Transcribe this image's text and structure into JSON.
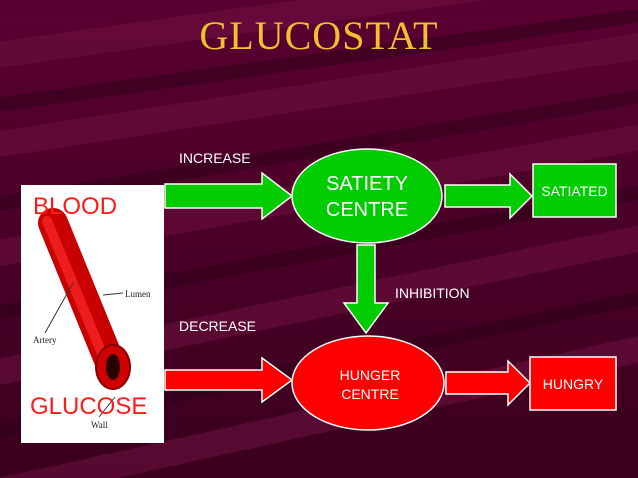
{
  "slide": {
    "title": "GLUCOSTAT",
    "background": "#4a0026",
    "title_color": "#f0c030"
  },
  "panel": {
    "word_top": "BLOOD",
    "word_bottom": "GLUCOSE",
    "vessel_labels": {
      "lumen": "Lumen",
      "artery": "Artery",
      "wall": "Wall"
    }
  },
  "labels": {
    "increase": "INCREASE",
    "decrease": "DECREASE",
    "inhibition": "INHIBITION"
  },
  "nodes": {
    "satiety_centre": {
      "line1": "SATIETY",
      "line2": "CENTRE",
      "color": "#00cc00"
    },
    "satiated": {
      "text": "SATIATED",
      "color": "#00cc00"
    },
    "hunger_centre": {
      "line1": "HUNGER",
      "line2": "CENTRE",
      "color": "#ff0000"
    },
    "hungry": {
      "text": "HUNGRY",
      "color": "#ff0000"
    }
  }
}
